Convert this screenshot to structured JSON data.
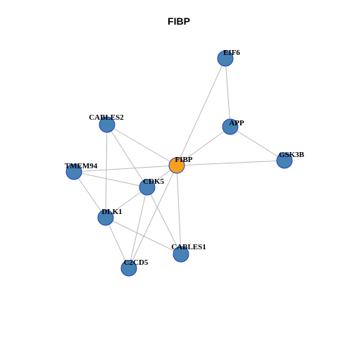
{
  "title": "FIBP",
  "colors": {
    "center_node": "#f5a11d",
    "node": "#4682b4",
    "node_border": "#1f3fbf",
    "edge": "#b8b8b8"
  },
  "nodes": [
    {
      "id": "EIF6",
      "label": "EIF6",
      "center": false
    },
    {
      "id": "APP",
      "label": "APP",
      "center": false
    },
    {
      "id": "CABLES2",
      "label": "CABLES2",
      "center": false
    },
    {
      "id": "GSK3B",
      "label": "GSK3B",
      "center": false
    },
    {
      "id": "FIBP",
      "label": "FIBP",
      "center": true
    },
    {
      "id": "TMEM94",
      "label": "TMEM94",
      "center": false
    },
    {
      "id": "CDK5",
      "label": "CDK5",
      "center": false
    },
    {
      "id": "DLK1",
      "label": "DLK1",
      "center": false
    },
    {
      "id": "CABLES1",
      "label": "CABLES1",
      "center": false
    },
    {
      "id": "C2CD5",
      "label": "C2CD5",
      "center": false
    }
  ],
  "edges": [
    [
      "EIF6",
      "APP"
    ],
    [
      "EIF6",
      "FIBP"
    ],
    [
      "APP",
      "GSK3B"
    ],
    [
      "APP",
      "FIBP"
    ],
    [
      "FIBP",
      "GSK3B"
    ],
    [
      "FIBP",
      "TMEM94"
    ],
    [
      "FIBP",
      "CDK5"
    ],
    [
      "FIBP",
      "CABLES1"
    ],
    [
      "FIBP",
      "C2CD5"
    ],
    [
      "CABLES2",
      "FIBP"
    ],
    [
      "CABLES2",
      "CDK5"
    ],
    [
      "CABLES2",
      "DLK1"
    ],
    [
      "TMEM94",
      "CDK5"
    ],
    [
      "TMEM94",
      "DLK1"
    ],
    [
      "CDK5",
      "DLK1"
    ],
    [
      "CDK5",
      "CABLES1"
    ],
    [
      "CDK5",
      "C2CD5"
    ],
    [
      "DLK1",
      "CABLES1"
    ],
    [
      "DLK1",
      "C2CD5"
    ]
  ]
}
